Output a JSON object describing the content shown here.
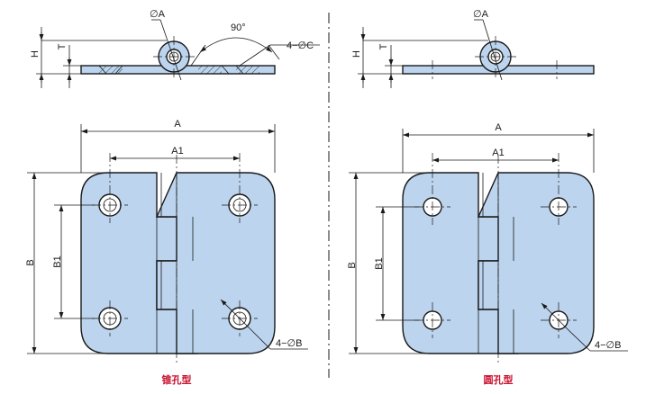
{
  "colors": {
    "fill": "#bcd4ee",
    "line": "#1a1a1a",
    "caption": "#c8102e"
  },
  "labels": {
    "dia_a": "∅A",
    "angle": "90°",
    "holes_c": "4−∅C",
    "h": "H",
    "t": "T",
    "a": "A",
    "a1": "A1",
    "b": "B",
    "b1": "B1",
    "holes_b": "4−∅B"
  },
  "captions": {
    "left": "锥孔型",
    "right": "圆孔型"
  }
}
